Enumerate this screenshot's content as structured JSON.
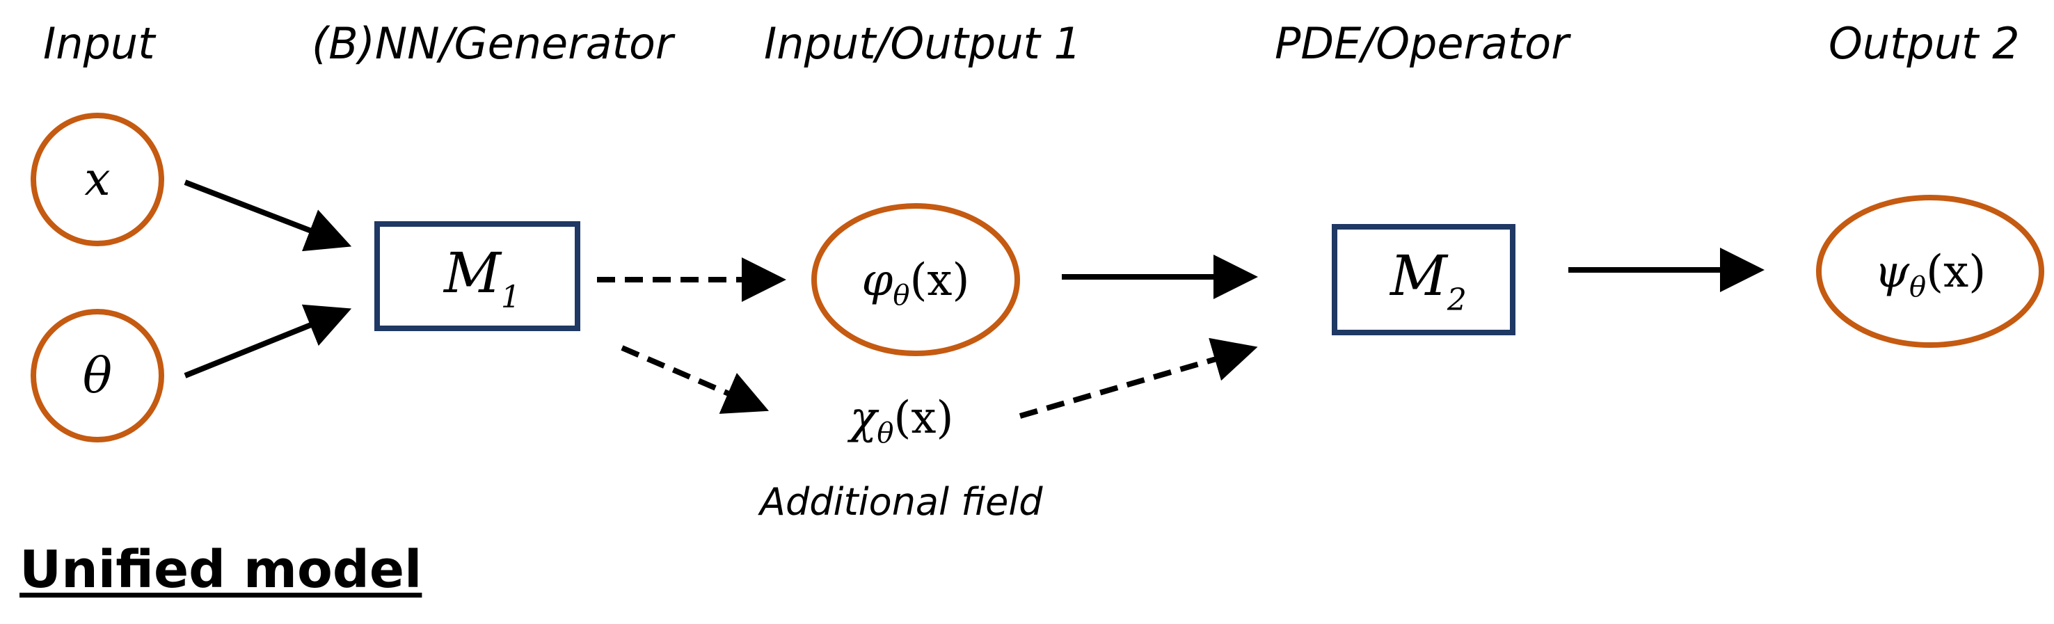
{
  "headings": {
    "input": "Input",
    "generator": "(B)NN/Generator",
    "io1": "Input/Output 1",
    "operator": "PDE/Operator",
    "output2": "Output 2"
  },
  "nodes": {
    "x": "x",
    "theta": "θ",
    "m1": {
      "base": "M",
      "sub": "1"
    },
    "phi": {
      "sym": "φ",
      "sub": "θ",
      "arg": "(x)"
    },
    "chi": {
      "sym": "χ",
      "sub": "θ",
      "arg": "(x)"
    },
    "m2": {
      "base": "M",
      "sub": "2"
    },
    "psi": {
      "sym": "ψ",
      "sub": "θ",
      "arg": "(x)"
    }
  },
  "captions": {
    "additional_field": "Additional field"
  },
  "title": "Unified model",
  "colors": {
    "circle_stroke": "#c55a11",
    "box_stroke": "#1f3864"
  }
}
